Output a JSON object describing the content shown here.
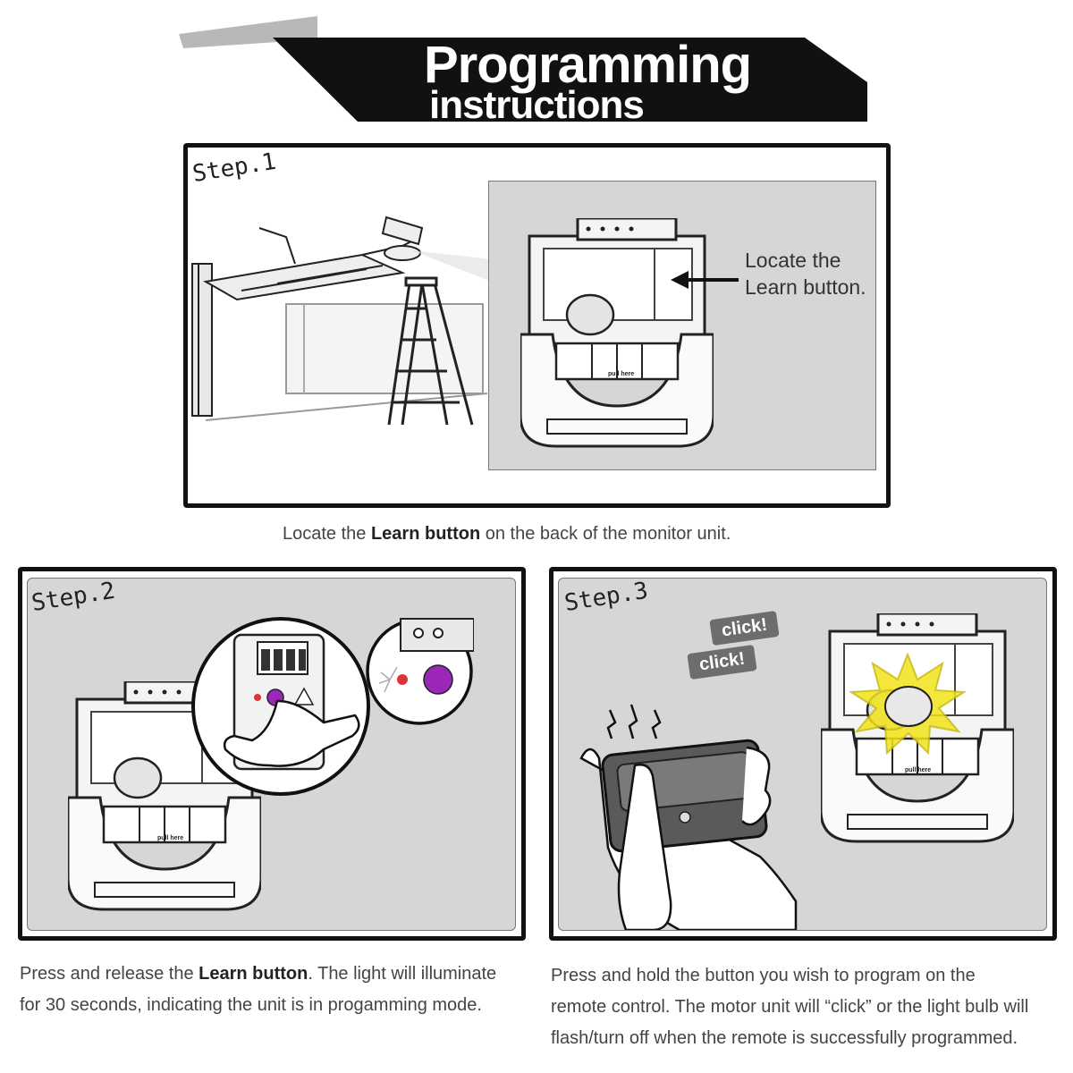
{
  "banner": {
    "title_line1": "Programming",
    "title_line2": "instructions"
  },
  "step1": {
    "label": "Step.1",
    "callout_line1": "Locate the",
    "callout_line2": "Learn button.",
    "unit_badge": "pull here",
    "caption_pre": "Locate the ",
    "caption_bold": "Learn button",
    "caption_post": " on the back of the monitor unit."
  },
  "step2": {
    "label": "Step.2",
    "unit_badge": "pull here",
    "caption_line1_pre": "Press and release the ",
    "caption_line1_bold": "Learn button",
    "caption_line1_post": ". The light will illuminate",
    "caption_line2": "for 30 seconds, indicating the unit is in progamming mode."
  },
  "step3": {
    "label": "Step.3",
    "click_top": "click!",
    "click_bottom": "click!",
    "unit_badge": "pull here",
    "caption_line1": "Press and hold the button you wish to program on the",
    "caption_line2": "remote control. The motor unit will “click” or the light bulb will",
    "caption_line3": "flash/turn off when the remote is successfully programmed."
  },
  "colors": {
    "banner": "#111111",
    "banner_shadow": "#b8b8b8",
    "panel_bg": "#d6d6d6",
    "learn_button": "#9b27b8",
    "led": "#e0303a",
    "flash": "#f3e31a",
    "click_badge": "#6d6d6d"
  },
  "icons": [
    "garage-door-icon",
    "ladder-icon",
    "opener-unit-icon",
    "arrow-icon",
    "finger-press-icon",
    "remote-control-icon",
    "flash-burst-icon",
    "vibration-icon"
  ]
}
